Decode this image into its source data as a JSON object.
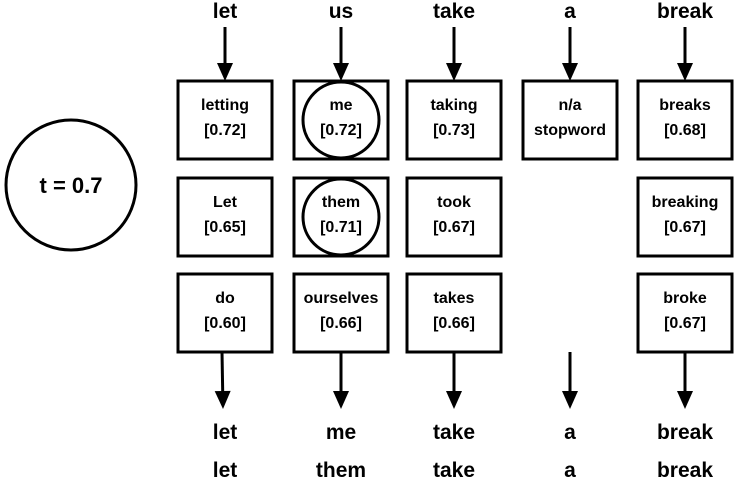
{
  "threshold_label": "t = 0.7",
  "input_words": [
    "let",
    "us",
    "take",
    "a",
    "break"
  ],
  "columns": [
    {
      "cells": [
        {
          "line1": "letting",
          "line2": "[0.72]",
          "selected": false
        },
        {
          "line1": "Let",
          "line2": "[0.65]",
          "selected": false
        },
        {
          "line1": "do",
          "line2": "[0.60]",
          "selected": false
        }
      ]
    },
    {
      "cells": [
        {
          "line1": "me",
          "line2": "[0.72]",
          "selected": true
        },
        {
          "line1": "them",
          "line2": "[0.71]",
          "selected": true
        },
        {
          "line1": "ourselves",
          "line2": "[0.66]",
          "selected": false
        }
      ]
    },
    {
      "cells": [
        {
          "line1": "taking",
          "line2": "[0.73]",
          "selected": false
        },
        {
          "line1": "took",
          "line2": "[0.67]",
          "selected": false
        },
        {
          "line1": "takes",
          "line2": "[0.66]",
          "selected": false
        }
      ]
    },
    {
      "cells": [
        {
          "line1": "n/a",
          "line2": "stopword",
          "selected": false
        }
      ]
    },
    {
      "cells": [
        {
          "line1": "breaks",
          "line2": "[0.68]",
          "selected": false
        },
        {
          "line1": "breaking",
          "line2": "[0.67]",
          "selected": false
        },
        {
          "line1": "broke",
          "line2": "[0.67]",
          "selected": false
        }
      ]
    }
  ],
  "output_sentences": [
    [
      "let",
      "me",
      "take",
      "a",
      "break"
    ],
    [
      "let",
      "them",
      "take",
      "a",
      "break"
    ]
  ]
}
